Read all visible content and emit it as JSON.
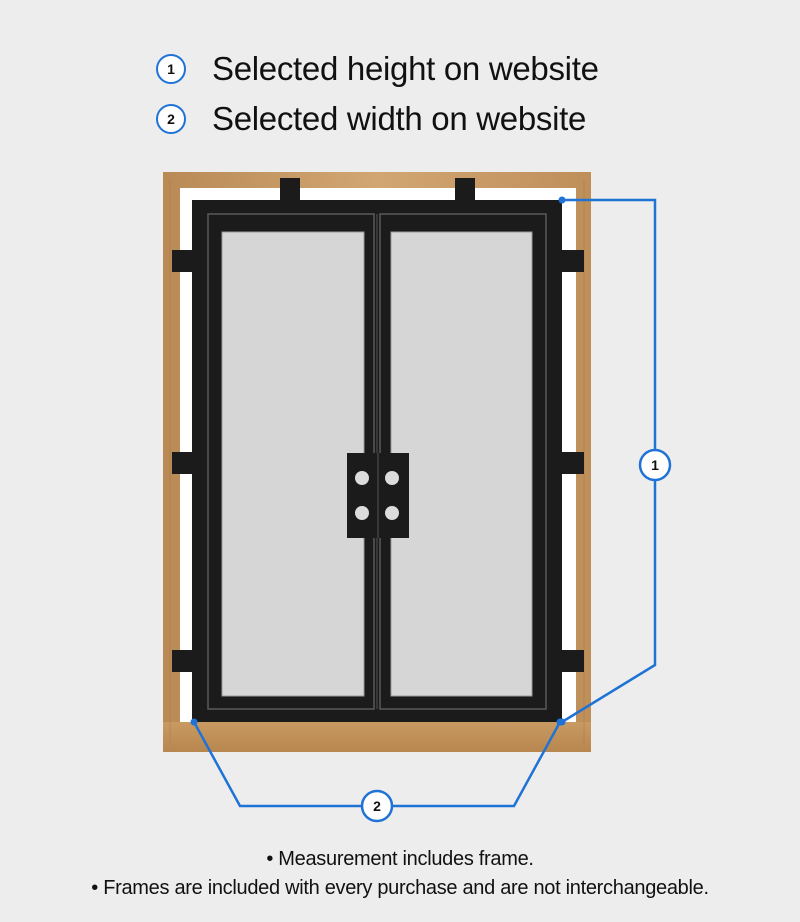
{
  "legend": [
    {
      "number": "1",
      "label": "Selected height on website"
    },
    {
      "number": "2",
      "label": "Selected width on website"
    }
  ],
  "markers": {
    "height": "1",
    "width": "2"
  },
  "colors": {
    "background": "#ededed",
    "accent": "#1f73d6",
    "wood": "#c99a63",
    "steel": "#1b1b1b",
    "glass": "#d6d6d6"
  },
  "footnotes": [
    "• Measurement includes frame.",
    "• Frames are included with every purchase and are not interchangeable."
  ]
}
